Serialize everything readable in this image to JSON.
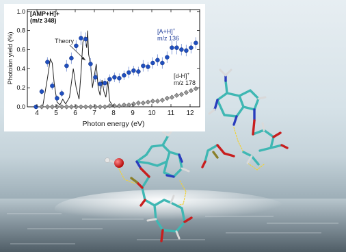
{
  "chart_data": {
    "type": "scatter",
    "title": "[AMP+H]+",
    "subtitle": "(m/z 348)",
    "xlabel": "Photon energy (eV)",
    "ylabel": "Photoion yield (%)",
    "xlim": [
      3.5,
      12.5
    ],
    "ylim": [
      0.0,
      1.02
    ],
    "xticks": [
      4,
      5,
      6,
      7,
      8,
      9,
      10,
      11,
      12
    ],
    "yticks": [
      "0.0",
      "0.2",
      "0.4",
      "0.6",
      "0.8",
      "1.0"
    ],
    "grid": false,
    "series": [
      {
        "name": "[A+H]+",
        "label_line1": "[A+H]",
        "label_sup": "+",
        "label_line2": "m/z 136",
        "color": "#1f4fbf",
        "marker": "circle",
        "x": [
          3.95,
          4.25,
          4.55,
          4.8,
          5.05,
          5.3,
          5.55,
          5.8,
          6.05,
          6.3,
          6.55,
          6.8,
          7.05,
          7.3,
          7.55,
          7.8,
          8.05,
          8.3,
          8.55,
          8.8,
          9.05,
          9.3,
          9.55,
          9.8,
          10.05,
          10.3,
          10.55,
          10.8,
          11.05,
          11.3,
          11.55,
          11.8,
          12.05,
          12.3
        ],
        "y": [
          0.0,
          0.16,
          0.47,
          0.22,
          0.09,
          0.14,
          0.43,
          0.51,
          0.64,
          0.72,
          0.71,
          0.45,
          0.31,
          0.24,
          0.25,
          0.29,
          0.31,
          0.3,
          0.33,
          0.36,
          0.38,
          0.37,
          0.43,
          0.42,
          0.46,
          0.49,
          0.46,
          0.52,
          0.62,
          0.62,
          0.6,
          0.59,
          0.62,
          0.67
        ],
        "err": [
          0.0,
          0.03,
          0.05,
          0.04,
          0.03,
          0.04,
          0.06,
          0.06,
          0.06,
          0.07,
          0.07,
          0.06,
          0.05,
          0.05,
          0.05,
          0.05,
          0.05,
          0.05,
          0.05,
          0.06,
          0.05,
          0.05,
          0.06,
          0.05,
          0.06,
          0.06,
          0.06,
          0.06,
          0.07,
          0.07,
          0.06,
          0.06,
          0.06,
          0.06
        ]
      },
      {
        "name": "[d-H]+",
        "label_line1": "[d-H]",
        "label_sup": "+",
        "label_line2": "m/z 178",
        "color": "#7a7a7a",
        "marker": "diamond",
        "x": [
          4.25,
          4.55,
          4.8,
          5.05,
          5.3,
          5.55,
          5.8,
          6.05,
          6.3,
          6.55,
          6.8,
          7.05,
          7.3,
          7.55,
          7.8,
          8.05,
          8.3,
          8.55,
          8.8,
          9.05,
          9.3,
          9.55,
          9.8,
          10.05,
          10.3,
          10.55,
          10.8,
          11.05,
          11.3,
          11.55,
          11.8,
          12.05,
          12.3
        ],
        "y": [
          0.0,
          0.0,
          0.0,
          0.0,
          0.0,
          0.0,
          0.0,
          0.0,
          0.0,
          0.0,
          0.0,
          0.0,
          0.0,
          0.0,
          0.01,
          0.01,
          0.01,
          0.02,
          0.02,
          0.03,
          0.04,
          0.04,
          0.05,
          0.06,
          0.06,
          0.07,
          0.09,
          0.1,
          0.12,
          0.13,
          0.15,
          0.17,
          0.19
        ]
      },
      {
        "name": "Theory",
        "color": "#222222",
        "marker": "none",
        "x": [
          4.0,
          4.3,
          4.55,
          4.7,
          4.8,
          4.9,
          5.05,
          5.2,
          5.35,
          5.5,
          5.7,
          5.9,
          6.05,
          6.2,
          6.3,
          6.4,
          6.5,
          6.6,
          6.65,
          6.7,
          6.8,
          6.9,
          7.0,
          7.1,
          7.2,
          7.3,
          7.4,
          7.5,
          7.6,
          7.7,
          7.8,
          8.0
        ],
        "y": [
          0.0,
          0.0,
          0.3,
          0.5,
          0.46,
          0.25,
          0.05,
          0.02,
          0.08,
          0.03,
          0.1,
          0.4,
          0.2,
          0.08,
          0.35,
          0.68,
          0.73,
          0.62,
          0.8,
          0.55,
          0.45,
          0.2,
          0.33,
          0.45,
          0.2,
          0.12,
          0.28,
          0.16,
          0.1,
          0.27,
          0.06,
          0.0
        ]
      }
    ],
    "annotation": "Theory"
  },
  "colors": {
    "chart_bg": "#ffffff",
    "carbon": "#3fb7b3",
    "nitrogen": "#2a3dbd",
    "oxygen": "#c81e1e",
    "phosphorus": "#8a7f2a",
    "hydrogen": "#d9d9d9",
    "hbond": "#f0d23a"
  }
}
